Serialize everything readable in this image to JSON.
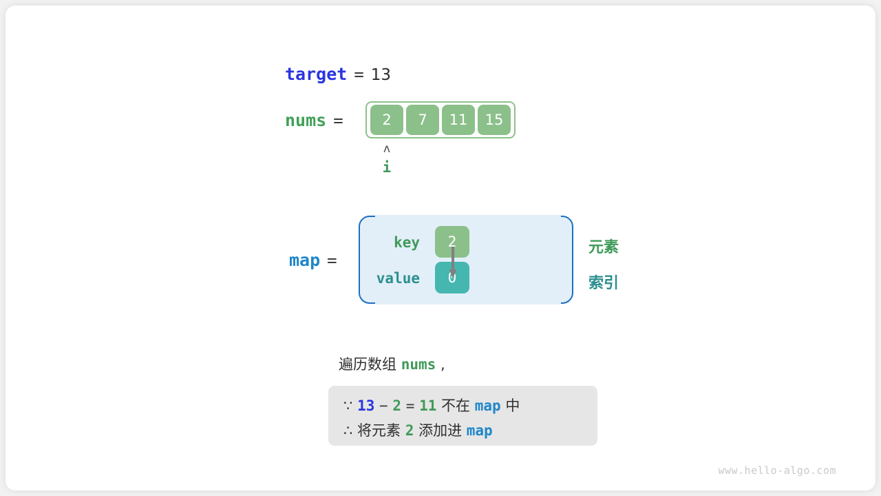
{
  "watermark": "www.hello-algo.com",
  "target": {
    "var_label": "target",
    "equals": "=",
    "value": "13"
  },
  "nums": {
    "var_label": "nums",
    "equals": "=",
    "cells": [
      "2",
      "7",
      "11",
      "15"
    ],
    "pointer": {
      "caret": "ʌ",
      "name": "i",
      "index": 0
    }
  },
  "map": {
    "var_label": "map",
    "equals": "=",
    "key_label": "key",
    "value_label": "value",
    "key_cell": "2",
    "value_cell": "0",
    "side_labels": {
      "element": "元素",
      "index": "索引"
    }
  },
  "caption": {
    "prefix": "遍历数组 ",
    "code": "nums",
    "suffix": " ,"
  },
  "note": {
    "line1": {
      "symbol": "∵",
      "a": "13",
      "minus": "−",
      "b": "2",
      "eq": "=",
      "c": "11",
      "mid": " 不在 ",
      "map": "map",
      "tail": " 中"
    },
    "line2": {
      "symbol": "∴",
      "pre": " 将元素 ",
      "val": "2",
      "mid": " 添加进 ",
      "map": "map"
    }
  },
  "colors": {
    "blue_strong": "#2b35df",
    "blue_light": "#1f87c9",
    "green": "#3f9a59",
    "green_fill": "#8cc08a",
    "teal_fill": "#45b7b0",
    "teal_text": "#2c8f8f",
    "map_bg": "#e2eff9",
    "map_border": "#1c6fc0",
    "note_bg": "#e6e6e6",
    "page_bg": "#f2f2f2"
  }
}
